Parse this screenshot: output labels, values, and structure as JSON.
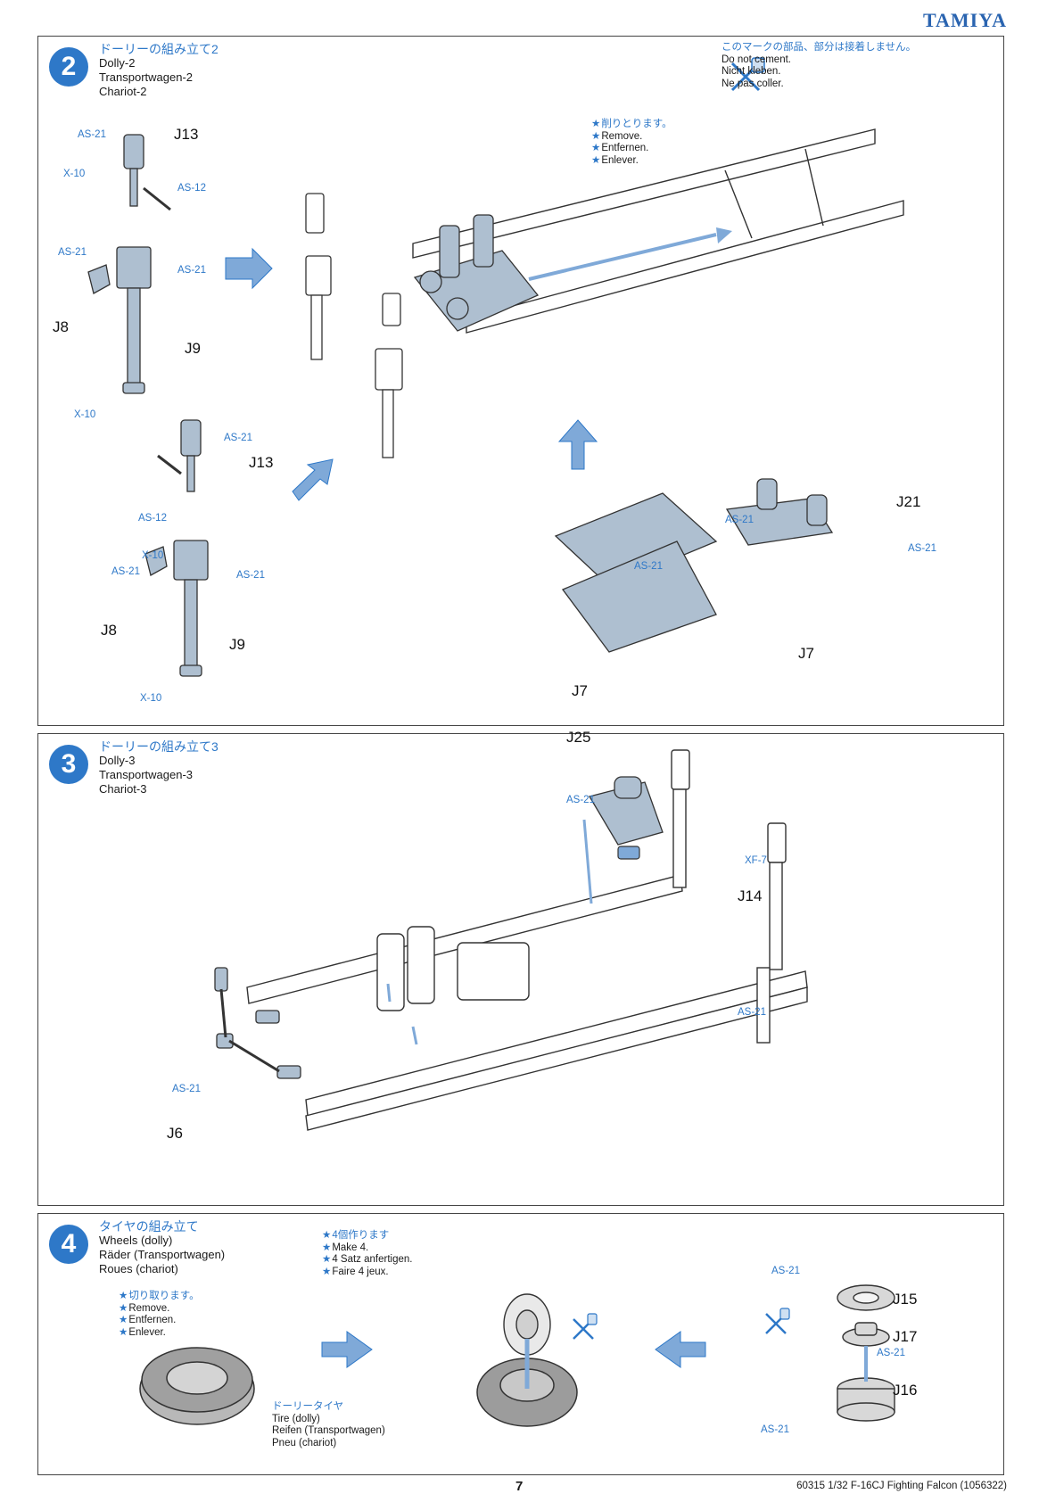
{
  "brand": "TAMIYA",
  "step2": {
    "number": "2",
    "title_jp": "ドーリーの組み立て2",
    "title_en": "Dolly-2",
    "title_de": "Transportwagen-2",
    "title_fr": "Chariot-2",
    "nocement": {
      "jp": "このマークの部品、部分は接着しません。",
      "en": "Do not cement.",
      "de": "Nicht kleben.",
      "fr": "Ne pas coller."
    },
    "remove": {
      "jp": "削りとります。",
      "en": "Remove.",
      "de": "Entfernen.",
      "fr": "Enlever."
    },
    "labels": {
      "as21_a": "AS-21",
      "j13_a": "J13",
      "x10_a": "X-10",
      "as12_a": "AS-12",
      "as21_b": "AS-21",
      "as21_c": "AS-21",
      "j8_a": "J8",
      "j9_a": "J9",
      "x10_b": "X-10",
      "as21_d": "AS-21",
      "j13_b": "J13",
      "as12_b": "AS-12",
      "x10_c": "X-10",
      "as21_e": "AS-21",
      "as21_f": "AS-21",
      "j8_b": "J8",
      "j9_b": "J9",
      "x10_d": "X-10",
      "j21": "J21",
      "as21_g": "AS-21",
      "as21_h": "AS-21",
      "as21_i": "AS-21",
      "j7_a": "J7",
      "j7_b": "J7"
    }
  },
  "step3": {
    "number": "3",
    "title_jp": "ドーリーの組み立て3",
    "title_en": "Dolly-3",
    "title_de": "Transportwagen-3",
    "title_fr": "Chariot-3",
    "labels": {
      "j25": "J25",
      "as21_a": "AS-21",
      "xf7": "XF-7",
      "j14": "J14",
      "as21_b": "AS-21",
      "as21_c": "AS-21",
      "j6": "J6"
    }
  },
  "step4": {
    "number": "4",
    "title_jp": "タイヤの組み立て",
    "title_en": "Wheels (dolly)",
    "title_de": "Räder (Transportwagen)",
    "title_fr": "Roues (chariot)",
    "make4": {
      "jp": "4個作ります",
      "en": "Make 4.",
      "de": "4 Satz anfertigen.",
      "fr": "Faire 4 jeux."
    },
    "cut": {
      "jp": "切り取ります。",
      "en": "Remove.",
      "de": "Entfernen.",
      "fr": "Enlever."
    },
    "tire": {
      "jp": "ドーリータイヤ",
      "en": "Tire (dolly)",
      "de": "Reifen (Transportwagen)",
      "fr": "Pneu (chariot)"
    },
    "labels": {
      "as21_a": "AS-21",
      "j15": "J15",
      "j17": "J17",
      "as21_b": "AS-21",
      "j16": "J16",
      "as21_c": "AS-21"
    }
  },
  "footer": {
    "page": "7",
    "code": "60315  1/32 F-16CJ Fighting Falcon (1056322)"
  },
  "colors": {
    "accent": "#2e78c8",
    "part_fill": "#aebfd0",
    "line": "#333333"
  }
}
